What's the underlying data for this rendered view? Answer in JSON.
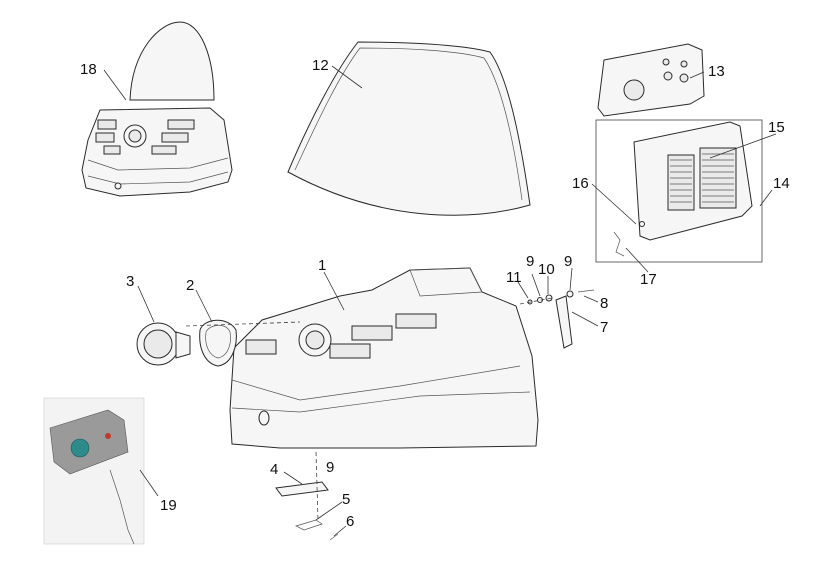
{
  "diagram": {
    "labels": [
      {
        "id": "1",
        "text": "1"
      },
      {
        "id": "2",
        "text": "2"
      },
      {
        "id": "3",
        "text": "3"
      },
      {
        "id": "4",
        "text": "4"
      },
      {
        "id": "5",
        "text": "5"
      },
      {
        "id": "6",
        "text": "6"
      },
      {
        "id": "7",
        "text": "7"
      },
      {
        "id": "8",
        "text": "8"
      },
      {
        "id": "9a",
        "text": "9"
      },
      {
        "id": "9b",
        "text": "9"
      },
      {
        "id": "9c",
        "text": "9"
      },
      {
        "id": "10",
        "text": "10"
      },
      {
        "id": "11",
        "text": "11"
      },
      {
        "id": "12",
        "text": "12"
      },
      {
        "id": "13",
        "text": "13"
      },
      {
        "id": "14",
        "text": "14"
      },
      {
        "id": "15",
        "text": "15"
      },
      {
        "id": "16",
        "text": "16"
      },
      {
        "id": "17",
        "text": "17"
      },
      {
        "id": "18",
        "text": "18"
      },
      {
        "id": "19",
        "text": "19"
      }
    ],
    "colors": {
      "line": "#2a2a2a",
      "fill": "#f6f6f6",
      "inset_lens": "#2e8b8b",
      "inset_red": "#c0392b"
    }
  }
}
